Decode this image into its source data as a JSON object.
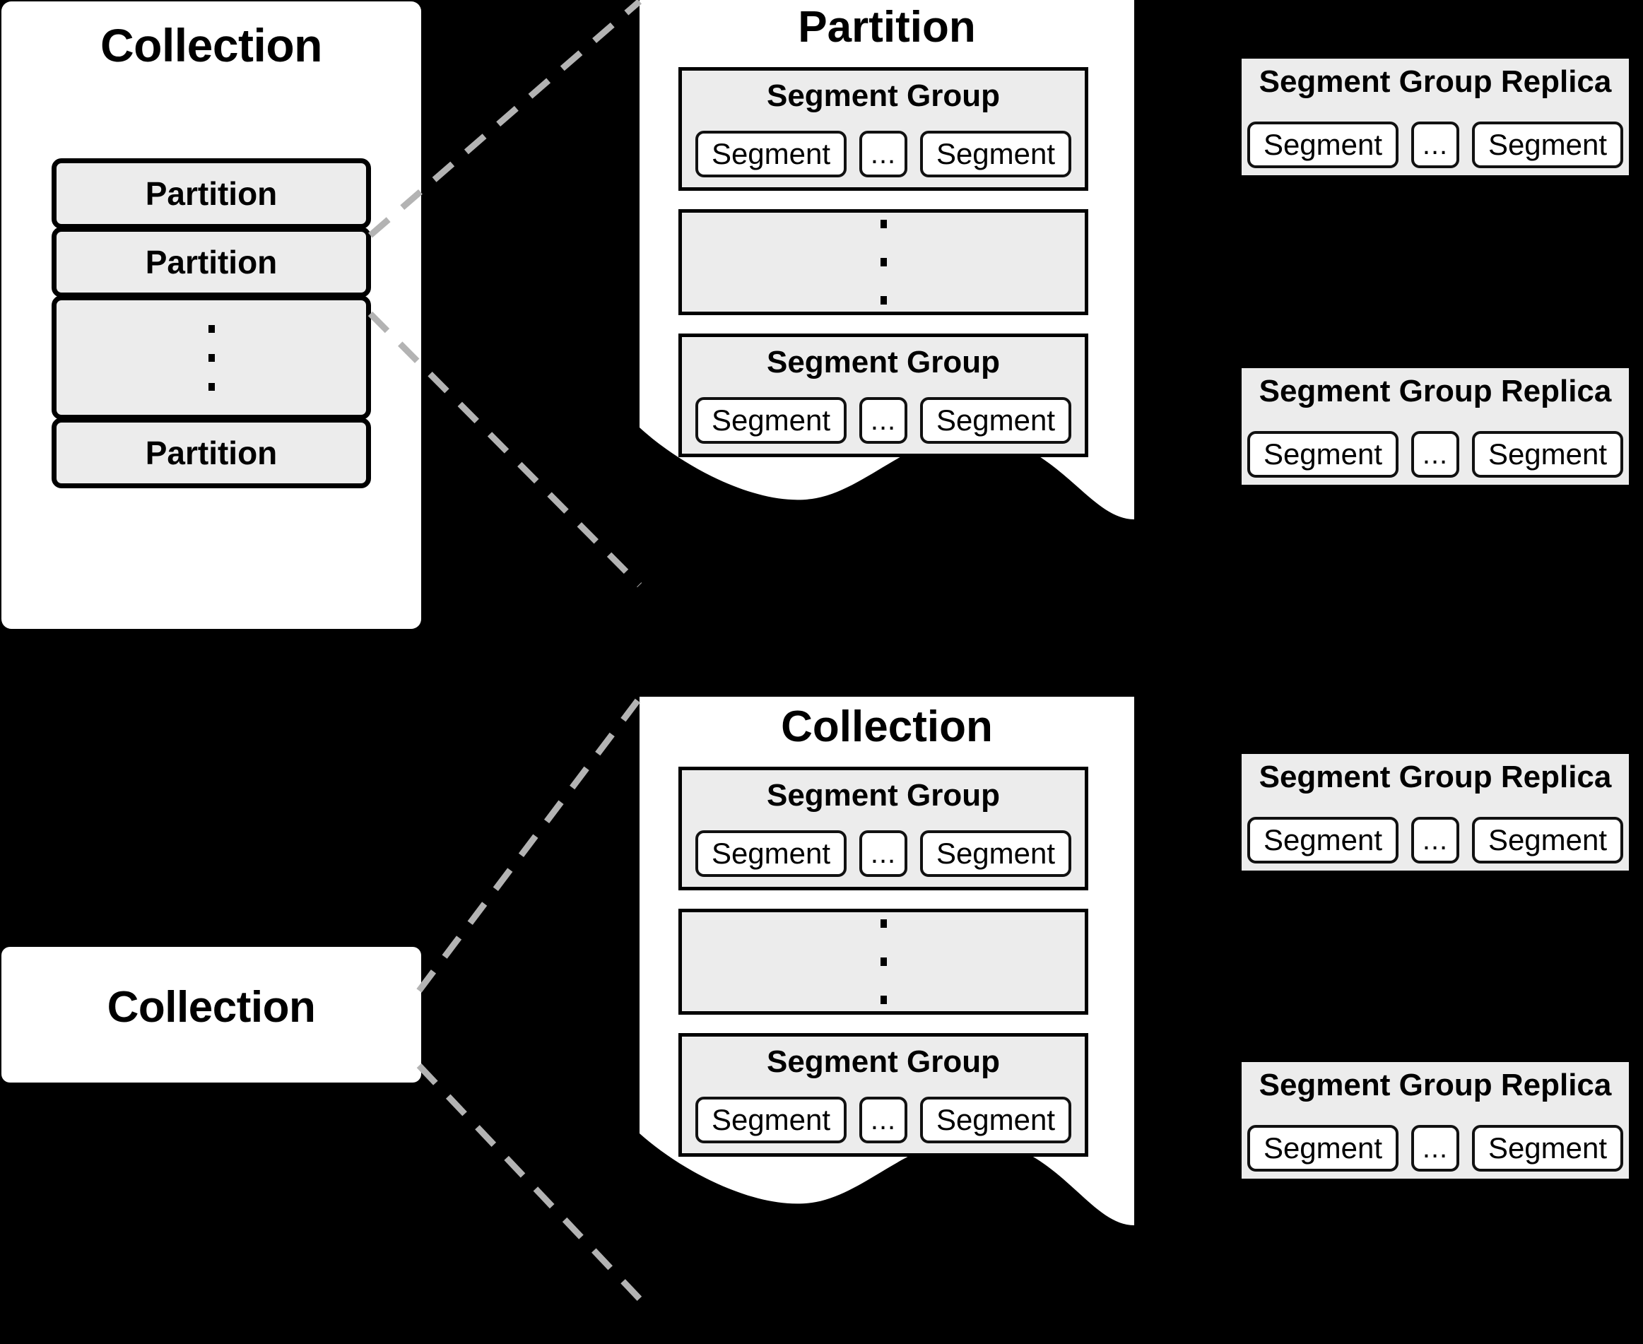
{
  "diagram": {
    "title": "Collection / Partition / Segment Group hierarchy",
    "colors": {
      "background": "#000000",
      "panel_fill": "#ffffff",
      "box_fill": "#ececec",
      "stroke": "#000000",
      "connector": "#b3b3b3"
    }
  },
  "collection_top": {
    "title": "Collection",
    "partitions": [
      {
        "label": "Partition"
      },
      {
        "label": "Partition"
      },
      {
        "label": ""
      },
      {
        "label": "Partition"
      }
    ]
  },
  "collection_bottom": {
    "title": "Collection"
  },
  "partition_panel": {
    "title": "Partition",
    "segment_groups": [
      {
        "title": "Segment Group",
        "segments": [
          "Segment",
          "...",
          "Segment"
        ]
      },
      {
        "title": "Segment Group",
        "segments": [
          "Segment",
          "...",
          "Segment"
        ]
      }
    ]
  },
  "collection_panel": {
    "title": "Collection",
    "segment_groups": [
      {
        "title": "Segment Group",
        "segments": [
          "Segment",
          "...",
          "Segment"
        ]
      },
      {
        "title": "Segment Group",
        "segments": [
          "Segment",
          "...",
          "Segment"
        ]
      }
    ]
  },
  "replicas": [
    {
      "title": "Segment Group Replica",
      "segments": [
        "Segment",
        "...",
        "Segment"
      ]
    },
    {
      "title": "Segment Group Replica",
      "segments": [
        "Segment",
        "...",
        "Segment"
      ]
    },
    {
      "title": "Segment Group Replica",
      "segments": [
        "Segment",
        "...",
        "Segment"
      ]
    },
    {
      "title": "Segment Group Replica",
      "segments": [
        "Segment",
        "...",
        "Segment"
      ]
    }
  ]
}
